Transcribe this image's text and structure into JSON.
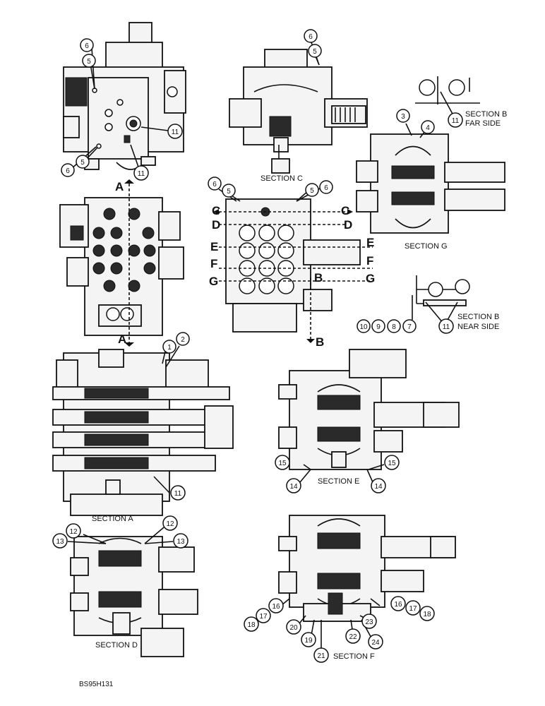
{
  "figure_code": "BS95H131",
  "views": {
    "top_left": {
      "callouts": [
        "6",
        "5",
        "11",
        "6",
        "5",
        "11"
      ]
    },
    "section_c": {
      "label": "SECTION C",
      "callouts": [
        "6",
        "5"
      ]
    },
    "section_b_far": {
      "label_line1": "SECTION B",
      "label_line2": "FAR SIDE",
      "callouts": [
        "11"
      ]
    },
    "section_g": {
      "label": "SECTION G",
      "callouts": [
        "3",
        "4"
      ]
    },
    "front_view": {
      "section_markers": [
        "A",
        "A"
      ]
    },
    "side_view": {
      "callouts": [
        "6",
        "5",
        "5",
        "6"
      ],
      "section_markers": [
        "C",
        "C",
        "D",
        "D",
        "E",
        "E",
        "F",
        "F",
        "G",
        "G",
        "B",
        "B"
      ]
    },
    "section_b_near": {
      "label_line1": "SECTION B",
      "label_line2": "NEAR SIDE",
      "callouts": [
        "10",
        "9",
        "8",
        "7",
        "11"
      ]
    },
    "section_a": {
      "label": "SECTION A",
      "callouts": [
        "1",
        "2",
        "11"
      ]
    },
    "section_e": {
      "label": "SECTION E",
      "callouts": [
        "15",
        "15",
        "14",
        "14"
      ]
    },
    "section_d": {
      "label": "SECTION D",
      "callouts": [
        "12",
        "12",
        "13",
        "13"
      ]
    },
    "section_f": {
      "label": "SECTION F",
      "callouts": [
        "16",
        "17",
        "18",
        "16",
        "17",
        "18",
        "20",
        "19",
        "21",
        "22",
        "23",
        "24"
      ]
    }
  }
}
